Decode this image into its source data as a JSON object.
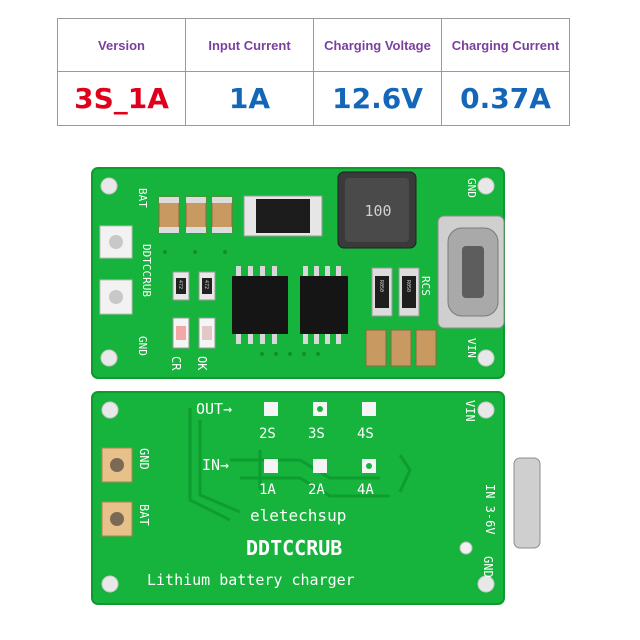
{
  "table": {
    "headers": [
      "Version",
      "Input Current",
      "Charging Voltage",
      "Charging Current"
    ],
    "values": [
      "3S_1A",
      "1A",
      "12.6V",
      "0.37A"
    ],
    "value_colors": [
      "#e0001b",
      "#1466b8",
      "#1466b8",
      "#1466b8"
    ]
  },
  "top_board": {
    "labels": {
      "bat": "BAT",
      "gnd_left": "GND",
      "model": "DDTCCRUB",
      "cr": "CR",
      "ok": "OK",
      "rcs": "RCS",
      "gnd_right": "GND",
      "vin": "VIN",
      "inductor": "100",
      "r050_a": "R050",
      "r050_b": "R050",
      "res_a": "472",
      "res_b": "472"
    }
  },
  "bottom_board": {
    "labels": {
      "out": "OUT→",
      "in": "IN→",
      "s2": "2S",
      "s3": "3S",
      "s4": "4S",
      "a1": "1A",
      "a2": "2A",
      "a4": "4A",
      "gnd_left": "GND",
      "bat": "BAT",
      "brand": "eletechsup",
      "model": "DDTCCRUB",
      "charger": "Lithium battery charger",
      "vin": "VIN",
      "in_range": "IN 3-6V",
      "gnd_right": "GND"
    }
  },
  "colors": {
    "pcb": "#14b33a",
    "pcb_dark": "#0e8f2c",
    "silkscreen": "#ffffff"
  }
}
